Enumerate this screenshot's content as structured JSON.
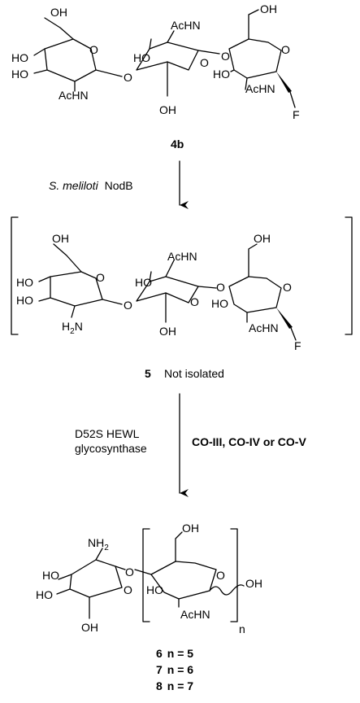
{
  "atoms": {
    "OH": "OH",
    "HO": "HO",
    "AcHN": "AcHN",
    "O": "O",
    "F": "F",
    "H2N_H": "H",
    "H2N_N": "N",
    "H2N_2": "2",
    "NH2_NH": "NH",
    "NH2_2": "2",
    "n": "n"
  },
  "compounds": {
    "c4b": "4b",
    "c5": "5",
    "c5_note": "Not isolated",
    "c6_id": "6",
    "c6_n": "n = 5",
    "c7_id": "7",
    "c7_n": "n = 6",
    "c8_id": "8",
    "c8_n": "n = 7"
  },
  "steps": {
    "step1_organism": "S. meliloti",
    "step1_enzyme": "NodB",
    "step2_line1": "D52S HEWL",
    "step2_line2": "glycosynthase",
    "step2_reagents": "CO-III, CO-IV or CO-V"
  }
}
